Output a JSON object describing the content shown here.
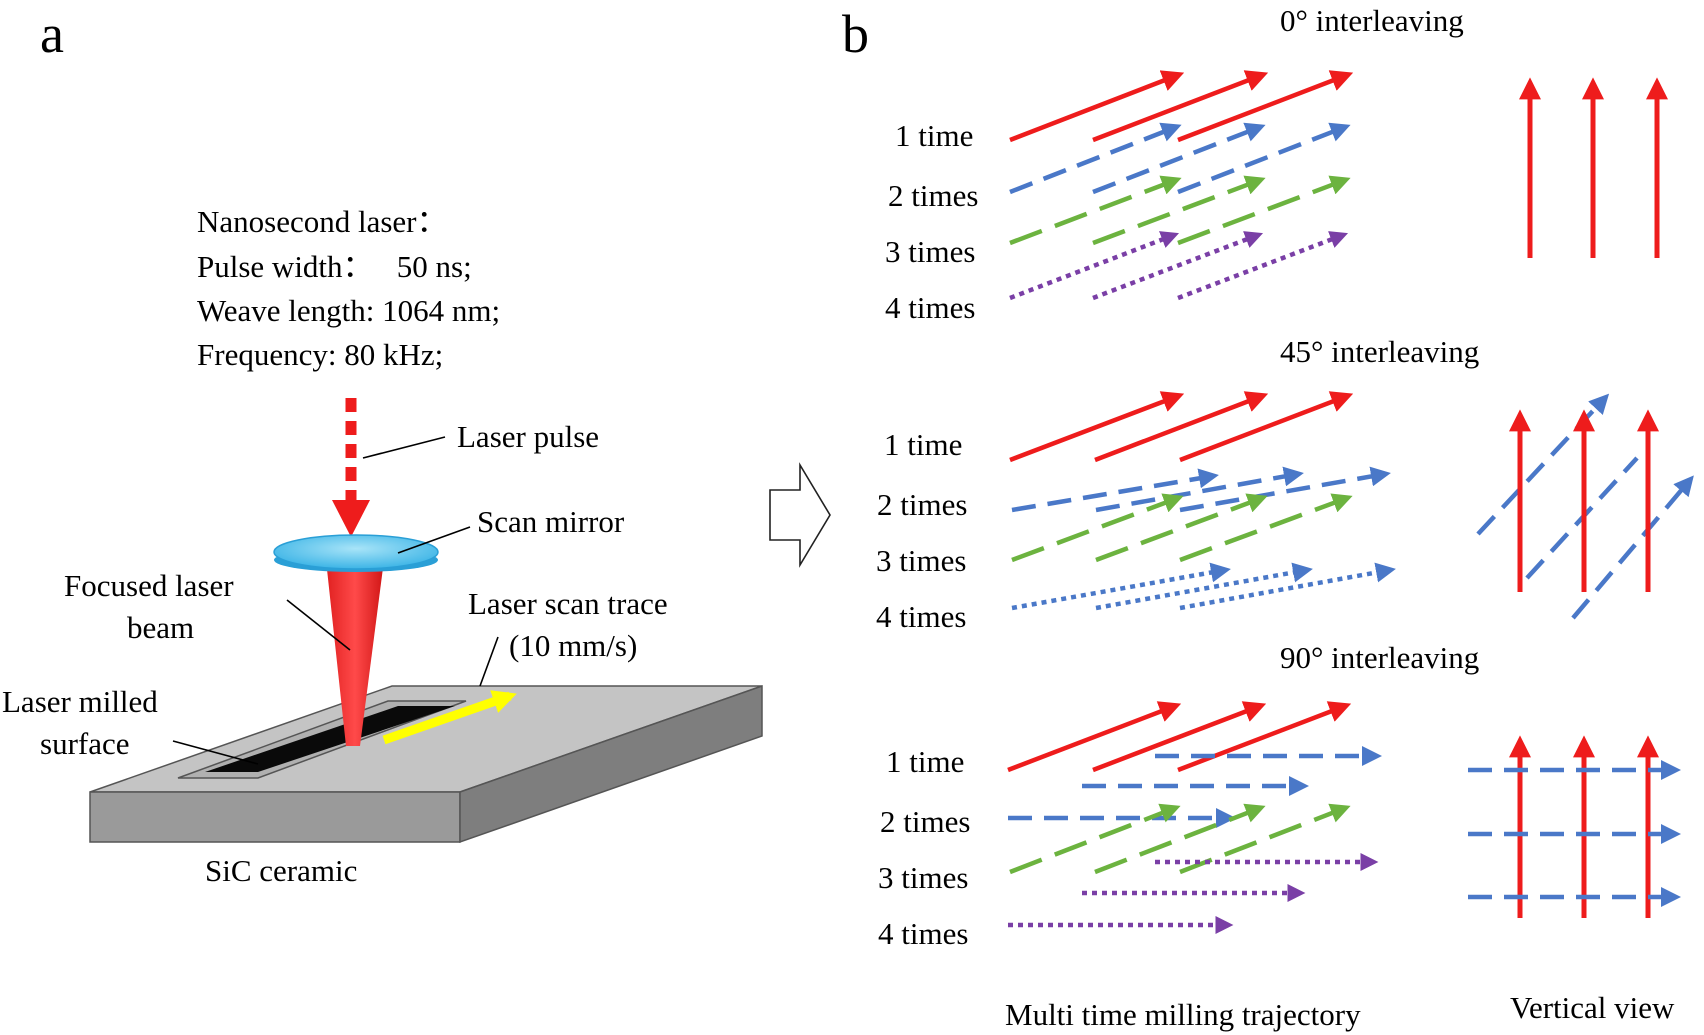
{
  "panel_a": {
    "letter": "a",
    "specs": [
      "Nanosecond laser：",
      "Pulse width：   50 ns;",
      "Weave length: 1064 nm;",
      "Frequency: 80 kHz;"
    ],
    "labels": {
      "laser_pulse": "Laser pulse",
      "scan_mirror": "Scan mirror",
      "focused_beam_line1": "Focused laser",
      "focused_beam_line2": "beam",
      "scan_trace_line1": "Laser scan trace",
      "scan_trace_line2": "(10 mm/s)",
      "milled_line1": "Laser milled",
      "milled_line2": "surface",
      "substrate": "SiC ceramic"
    }
  },
  "panel_b": {
    "letter": "b",
    "sections": [
      {
        "title": "0° interleaving",
        "rows": [
          "1 time",
          "2 times",
          "3 times",
          "4 times"
        ]
      },
      {
        "title": "45° interleaving",
        "rows": [
          "1 time",
          "2 times",
          "3 times",
          "4 times"
        ]
      },
      {
        "title": "90° interleaving",
        "rows": [
          "1 time",
          "2 times",
          "3 times",
          "4 times"
        ]
      }
    ],
    "footer_left": "Multi time milling trajectory",
    "footer_right": "Vertical view"
  },
  "colors": {
    "red": "#ee1c1c",
    "blue": "#4a78c8",
    "green": "#6cb33f",
    "purple": "#7a3fa6",
    "yellow": "#ffff00",
    "mirror": "#5ec8ee",
    "block_top": "#c4c4c4",
    "block_side": "#9a9a9a",
    "groove": "#0a0a0a"
  }
}
